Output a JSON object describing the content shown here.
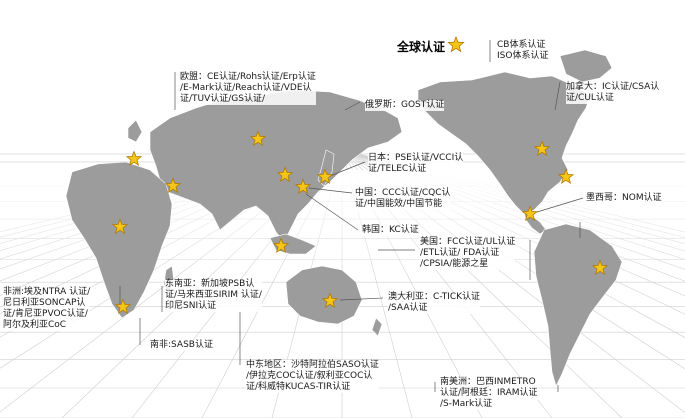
{
  "title": "全球认证",
  "labels": {
    "global": [
      "CB体系认证",
      "ISO体系认证"
    ],
    "europe": [
      "欧盟：CE认证/Rohs认证/Erp认证",
      "/E-Mark认证/Reach认证/VDE认",
      "证/TUV认证/GS认证/"
    ],
    "russia": [
      "俄罗斯：GOST认证"
    ],
    "canada": [
      "加拿大：IC认证/CSA认",
      "证/CUL认证"
    ],
    "japan": [
      "日本：PSE认证/VCCI认",
      "证/TELEC认证"
    ],
    "china": [
      "中国：CCC认证/CQC认",
      "证/中国能效/中国节能"
    ],
    "mexico": [
      "墨西哥：NOM认证"
    ],
    "korea": [
      "韩国：KC认证"
    ],
    "usa": [
      "美国：FCC认证/UL认证",
      "/ETL认证/ FDA认证",
      "/CPSIA/能源之星"
    ],
    "africa": [
      "非洲:埃及NTRA 认证/",
      "尼日利亚SONCAP认",
      "证/肯尼亚PVOC认证/",
      "阿尔及利亚CoC"
    ],
    "sea": [
      "东南亚：新加坡PSB认",
      "证/马来西亚SIRIM 认证/",
      "印尼SNI认证"
    ],
    "australia": [
      "澳大利亚：C-TICK认证",
      "/SAA认证"
    ],
    "southafrica": [
      "南非:SASB认证"
    ],
    "mideast": [
      "中东地区：沙特阿拉伯SASO认证",
      "/伊拉克COC认证/叙利亚COC认",
      "证/科威特KUCAS-TIR认证"
    ],
    "southamerica": [
      "南美洲：巴西INMETRO",
      "认证/阿根廷：IRAM认证",
      "/S-Mark认证"
    ]
  },
  "colors": {
    "land": "#9c9c9c",
    "star_fill": "#f5c518",
    "star_stroke": "#b07a00",
    "leader": "#555555",
    "grid": "#cfcfcf"
  }
}
